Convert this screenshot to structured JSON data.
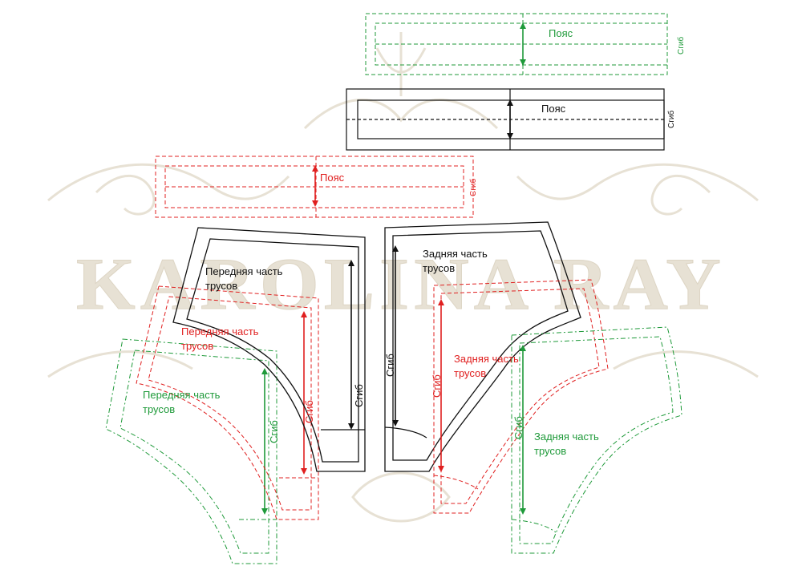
{
  "colors": {
    "black": "#111111",
    "red": "#e02020",
    "green": "#1f9a3a",
    "watermark": "#e7e1d4"
  },
  "watermark": {
    "text": "KAROLINA RAY"
  },
  "labels": {
    "belt": "Пояс",
    "fold": "Сгиб",
    "front_line1": "Передняя часть",
    "front_line2": "трусов",
    "back_line1": "Задняя часть",
    "back_line2": "трусов"
  },
  "pieces": [
    {
      "id": "belt-green",
      "color": "green"
    },
    {
      "id": "belt-black",
      "color": "black"
    },
    {
      "id": "belt-red",
      "color": "red"
    },
    {
      "id": "front-black",
      "color": "black"
    },
    {
      "id": "front-red",
      "color": "red"
    },
    {
      "id": "front-green",
      "color": "green"
    },
    {
      "id": "back-black",
      "color": "black"
    },
    {
      "id": "back-red",
      "color": "red"
    },
    {
      "id": "back-green",
      "color": "green"
    }
  ]
}
